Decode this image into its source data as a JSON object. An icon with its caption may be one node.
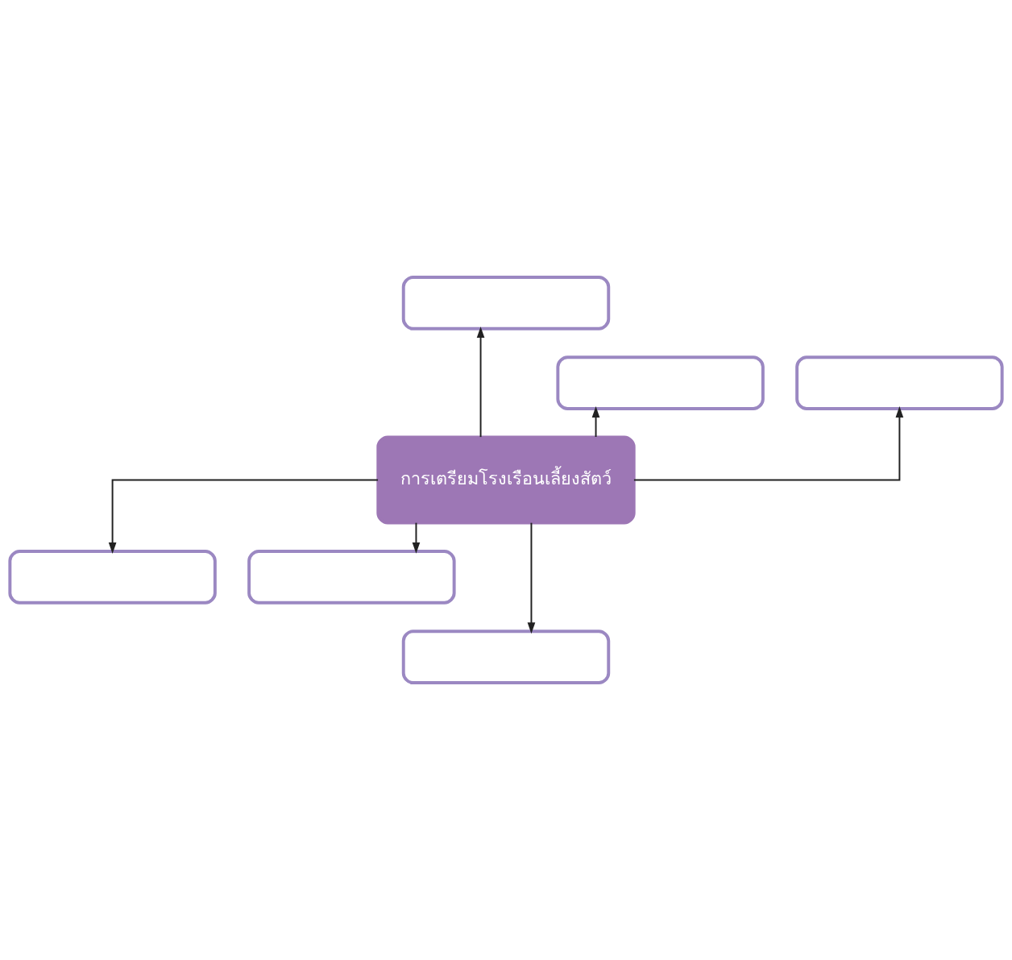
{
  "diagram": {
    "nodes": [
      {
        "text": [],
        "shape": "box"
      },
      {
        "text": [],
        "shape": "box"
      },
      {
        "text": [],
        "shape": "box"
      },
      {
        "text": [
          "การเตรียมโรงเรือนเลี้ยงสัตว์"
        ]
      },
      {
        "text": [],
        "shape": "box"
      },
      {
        "text": [],
        "shape": "box"
      },
      {
        "text": [],
        "shape": "box"
      }
    ],
    "edges": [
      {
        "from": 3,
        "to": 0,
        "arrow": "to"
      },
      {
        "from": 3,
        "to": 1,
        "arrow": "to"
      },
      {
        "from": 3,
        "to": 2,
        "arrow": "to"
      },
      {
        "from": 3,
        "to": 4,
        "arrow": "to"
      },
      {
        "from": 3,
        "to": 5,
        "arrow": "to"
      },
      {
        "from": 3,
        "to": 6,
        "arrow": "to"
      }
    ]
  }
}
